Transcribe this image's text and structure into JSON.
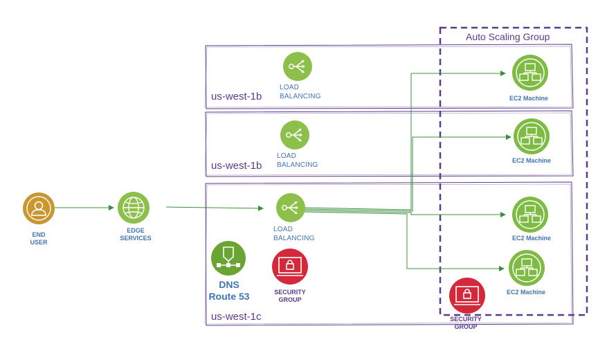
{
  "diagram": {
    "asg_title": "Auto Scaling Group",
    "zones": [
      {
        "label": "us-west-1b"
      },
      {
        "label": "us-west-1b"
      },
      {
        "label": "us-west-1c"
      }
    ],
    "load_balancers": [
      {
        "line1": "LOAD",
        "line2": "BALANCING"
      },
      {
        "line1": "LOAD",
        "line2": "BALANCING"
      },
      {
        "line1": "LOAD",
        "line2": "BALANCING"
      }
    ],
    "ec2": [
      {
        "label": "EC2 Machine"
      },
      {
        "label": "EC2 Machine"
      },
      {
        "label": "EC2 Machine"
      },
      {
        "label": "EC2 Machine"
      }
    ],
    "end_user": {
      "line1": "END",
      "line2": "USER"
    },
    "edge": {
      "line1": "EDGE",
      "line2": "SERVICES"
    },
    "dns": {
      "line1": "DNS",
      "line2": "Route 53"
    },
    "security_groups": [
      {
        "line1": "SECURITY",
        "line2": "GROUP"
      },
      {
        "line1": "SECURITY",
        "line2": "GROUP"
      }
    ],
    "colors": {
      "node_green": "#8cc04b",
      "ec2_green": "#7dbb42",
      "user_gold": "#c9962f",
      "security_red": "#d4283b",
      "dns_green": "#6aa533",
      "zone_border": "#5b3a8e",
      "arrow_green": "#3b8f3b"
    }
  }
}
